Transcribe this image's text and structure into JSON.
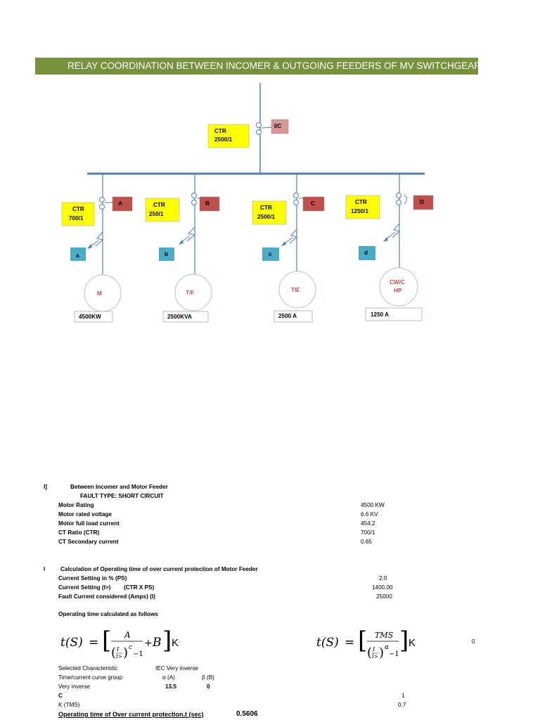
{
  "title": "RELAY COORDINATION BETWEEN INCOMER & OUTGOING FEEDERS OF  MV SWITCHGEAR",
  "diagram": {
    "incomer": {
      "ctr_label": "CTR",
      "ctr_value": "2500/1",
      "relay": "I/C"
    },
    "feeders": [
      {
        "ctr_label": "CTR",
        "ctr_value": "700/1",
        "relay": "A",
        "sub": "a",
        "load": "M",
        "rating": "4500KW"
      },
      {
        "ctr_label": "CTR",
        "ctr_value": "250/1",
        "relay": "B",
        "sub": "b",
        "load": "T/F",
        "rating": "2500KVA"
      },
      {
        "ctr_label": "CTR",
        "ctr_value": "2500/1",
        "relay": "C",
        "sub": "c",
        "load": "TIE",
        "rating": "2500 A"
      },
      {
        "ctr_label": "CTR",
        "ctr_value": "1250/1",
        "relay": "D",
        "sub": "d",
        "load": [
          "CW/C",
          "HP"
        ],
        "rating": "1250 A"
      }
    ],
    "colors": {
      "ctr_box": "#ffff00",
      "relay_box": "#c0504d",
      "incomer_relay": "#d99694",
      "sub_box": "#4bacc6",
      "load_circle": "#b7cde4",
      "busbar": "#4f81bd",
      "load_text": "#c0504d"
    }
  },
  "section1": {
    "number": "I]",
    "heading": "Between Incomer and Motor Feeder",
    "fault_type": "FAULT TYPE: SHORT CIRCUIT",
    "params": [
      {
        "label": "Motor Rating",
        "value": "4500 KW"
      },
      {
        "label": "Motor rated voltage",
        "value": "6.6 KV"
      },
      {
        "label": "Motor full load current",
        "value": "454.2"
      },
      {
        "label": "CT Ratio (CTR)",
        "value": "700/1"
      },
      {
        "label": "CT Secondary current",
        "value": "0.65"
      }
    ]
  },
  "section2": {
    "number": "I",
    "heading": "Calculation of Operating time of over current protection of Motor Feeder",
    "params": [
      {
        "label": "Current Setting  in % (PS)",
        "note": "",
        "value": "2.0"
      },
      {
        "label": "Current Setting (I>)",
        "note": "(CTR X PS)",
        "value": "1400.00"
      },
      {
        "label": "Fault Current considered (Amps) (I)",
        "note": "",
        "value": "25000"
      }
    ],
    "calc_label": "Operating time calculated as follows",
    "formula_trailing_value": "0",
    "characteristic_label": "Selected Characteristic",
    "characteristic_value": "IEC Very inverse",
    "curve_group_label": "Time/current curve group",
    "alpha_header": "α (A)",
    "beta_header": "β (B)",
    "very_inverse_label": "Very inverse",
    "alpha_value": "13.5",
    "beta_value": "0",
    "c_label": "C",
    "c_value": "1",
    "k_label": "K (TMS)",
    "k_value": "0.7",
    "result_label": "Operating time of Over current protection,t (sec)",
    "result_value": "0.5606"
  }
}
